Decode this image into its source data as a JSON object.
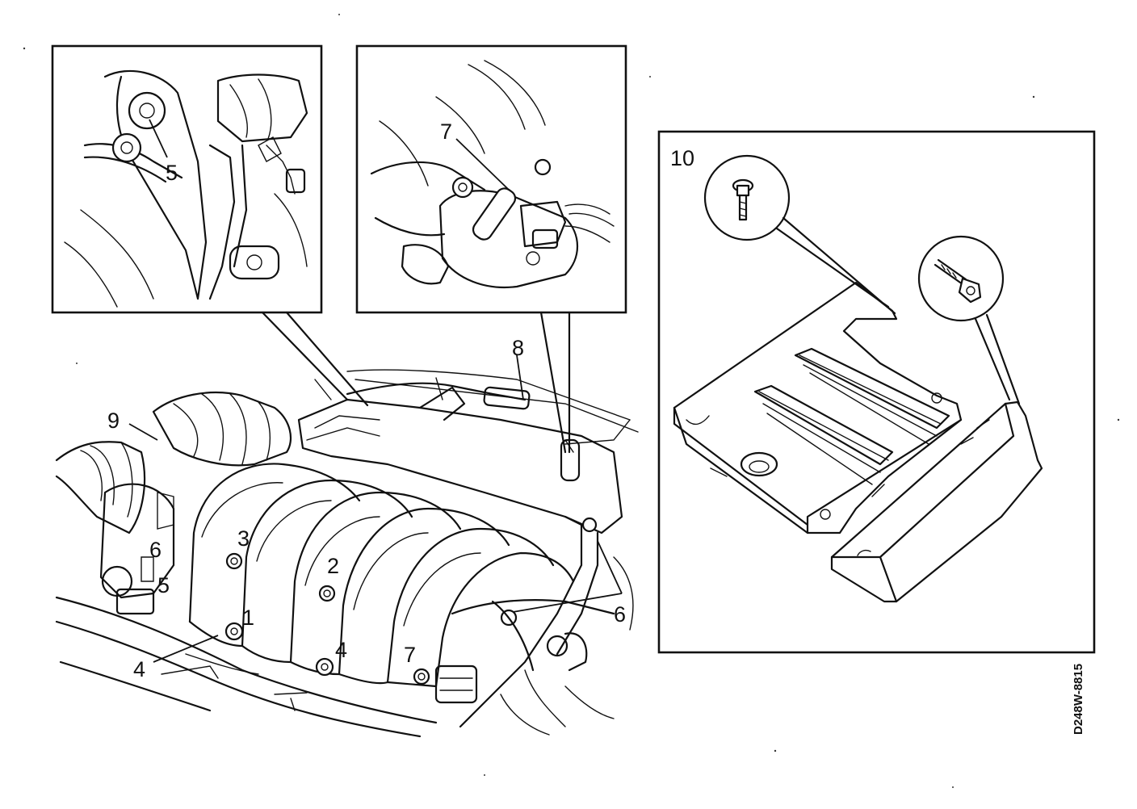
{
  "figure": {
    "reference_code": "D248W-8815",
    "callouts": {
      "c1": "1",
      "c2": "2",
      "c3": "3",
      "c4a": "4",
      "c4b": "4",
      "c5_inset": "5",
      "c5_main": "5",
      "c6_left": "6",
      "c6_right": "6",
      "c7_inset": "7",
      "c7_main": "7",
      "c8": "8",
      "c9": "9",
      "c10": "10"
    }
  },
  "colors": {
    "ink": "#111111",
    "paper": "#ffffff"
  },
  "icons": [
    "bolt-icon",
    "screw-icon"
  ]
}
